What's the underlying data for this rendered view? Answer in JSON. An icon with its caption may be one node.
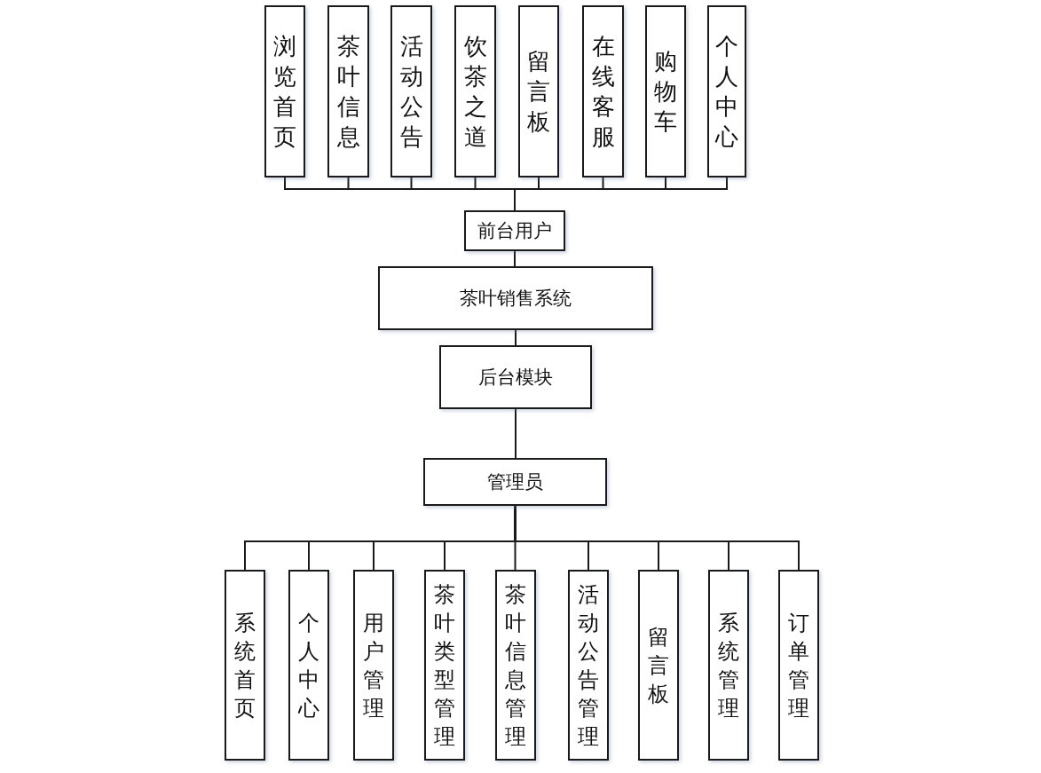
{
  "diagram": {
    "nodes": [
      {
        "text": [
          "浏览首页"
        ]
      },
      {
        "text": [
          "茶叶信息"
        ]
      },
      {
        "text": [
          "活动公告"
        ]
      },
      {
        "text": [
          "饮茶之道"
        ]
      },
      {
        "text": [
          "留言板"
        ]
      },
      {
        "text": [
          "在线客服"
        ]
      },
      {
        "text": [
          "购物车"
        ]
      },
      {
        "text": [
          "个人中心"
        ]
      },
      {
        "text": [
          "前台用户"
        ]
      },
      {
        "text": [
          "茶叶销售系统"
        ]
      },
      {
        "text": [
          "后台模块"
        ]
      },
      {
        "text": [
          "管理员"
        ]
      },
      {
        "text": [
          "系统首页"
        ]
      },
      {
        "text": [
          "个人中心"
        ]
      },
      {
        "text": [
          "用户管理"
        ]
      },
      {
        "text": [
          "茶叶类型管理"
        ]
      },
      {
        "text": [
          "茶叶信息管理"
        ]
      },
      {
        "text": [
          "活动公告管理"
        ]
      },
      {
        "text": [
          "留言板"
        ]
      },
      {
        "text": [
          "系统管理"
        ]
      },
      {
        "text": [
          "订单管理"
        ]
      }
    ],
    "edges": [
      {
        "from": 8,
        "to": 0,
        "arrow": "none"
      },
      {
        "from": 8,
        "to": 1,
        "arrow": "none"
      },
      {
        "from": 8,
        "to": 2,
        "arrow": "none"
      },
      {
        "from": 8,
        "to": 3,
        "arrow": "none"
      },
      {
        "from": 8,
        "to": 4,
        "arrow": "none"
      },
      {
        "from": 8,
        "to": 5,
        "arrow": "none"
      },
      {
        "from": 8,
        "to": 6,
        "arrow": "none"
      },
      {
        "from": 8,
        "to": 7,
        "arrow": "none"
      },
      {
        "from": 8,
        "to": 9,
        "arrow": "none"
      },
      {
        "from": 9,
        "to": 10,
        "arrow": "none"
      },
      {
        "from": 10,
        "to": 11,
        "arrow": "none"
      },
      {
        "from": 11,
        "to": 12,
        "arrow": "none"
      },
      {
        "from": 11,
        "to": 13,
        "arrow": "none"
      },
      {
        "from": 11,
        "to": 14,
        "arrow": "none"
      },
      {
        "from": 11,
        "to": 15,
        "arrow": "none"
      },
      {
        "from": 11,
        "to": 16,
        "arrow": "none"
      },
      {
        "from": 11,
        "to": 17,
        "arrow": "none"
      },
      {
        "from": 11,
        "to": 18,
        "arrow": "none"
      },
      {
        "from": 11,
        "to": 19,
        "arrow": "none"
      },
      {
        "from": 11,
        "to": 20,
        "arrow": "none"
      }
    ]
  }
}
